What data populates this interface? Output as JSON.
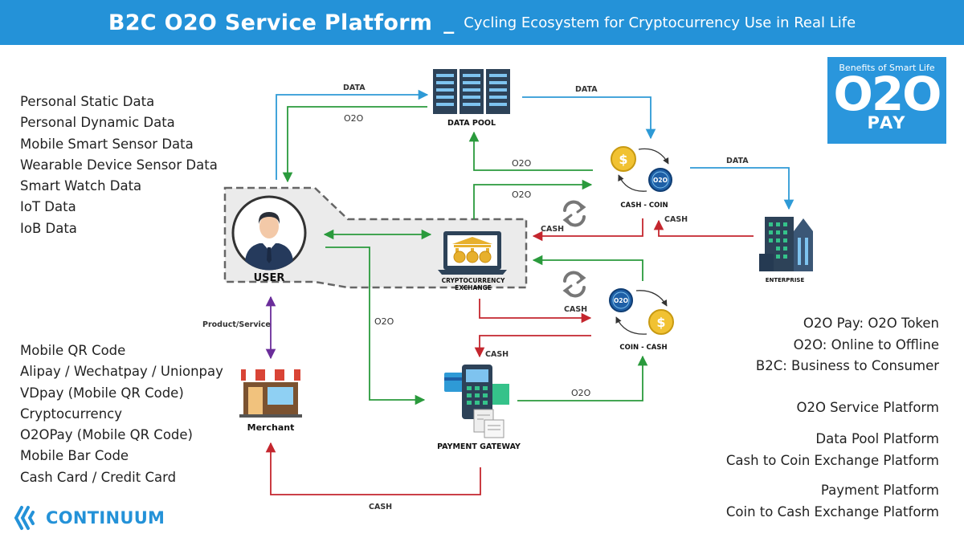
{
  "header": {
    "title": "B2C O2O Service Platform",
    "separator": "_",
    "subtitle": "Cycling Ecosystem for Cryptocurrency Use in Real Life"
  },
  "data_sources": [
    "Personal Static Data",
    "Personal Dynamic Data",
    "Mobile Smart Sensor Data",
    "Wearable Device Sensor Data",
    "Smart Watch Data",
    "IoT Data",
    "IoB Data"
  ],
  "payment_methods": [
    "Mobile QR Code",
    "Alipay / Wechatpay / Unionpay",
    "VDpay (Mobile QR Code)",
    "Cryptocurrency",
    "O2OPay (Mobile QR Code)",
    "Mobile Bar Code",
    "Cash Card / Credit Card"
  ],
  "definitions": [
    "O2O Pay: O2O Token",
    "O2O: Online to Offline",
    "B2C: Business to Consumer"
  ],
  "platforms": {
    "service": "O2O Service Platform",
    "group1": [
      "Data Pool Platform",
      "Cash to Coin Exchange Platform"
    ],
    "group2": [
      "Payment Platform",
      "Coin to Cash Exchange Platform"
    ]
  },
  "nodes": {
    "data_pool": "DATA POOL",
    "user": "USER",
    "exchange_line1": "CRYPTOCURRENCY",
    "exchange_line2": "EXCHANGE",
    "cash_coin": "CASH - COIN",
    "coin_cash": "COIN - CASH",
    "enterprise": "ENTERPRISE",
    "merchant": "Merchant",
    "payment_gateway": "PAYMENT GATEWAY"
  },
  "edge_labels": {
    "data": "DATA",
    "o2o": "O2O",
    "cash": "CASH",
    "product_service": "Product/Service",
    "coin_mark": "O2O",
    "coin_symbol": "$"
  },
  "pay_badge": {
    "small": "Benefits of Smart Life",
    "big": "O2O",
    "pay": "PAY"
  },
  "logo": {
    "text": "CONTINUUM"
  },
  "colors": {
    "header": "#2492d8",
    "blue_arrow": "#2e9ad6",
    "green_arrow": "#2a9a3c",
    "red_arrow": "#c4262e",
    "purple_arrow": "#6a2d9a"
  }
}
